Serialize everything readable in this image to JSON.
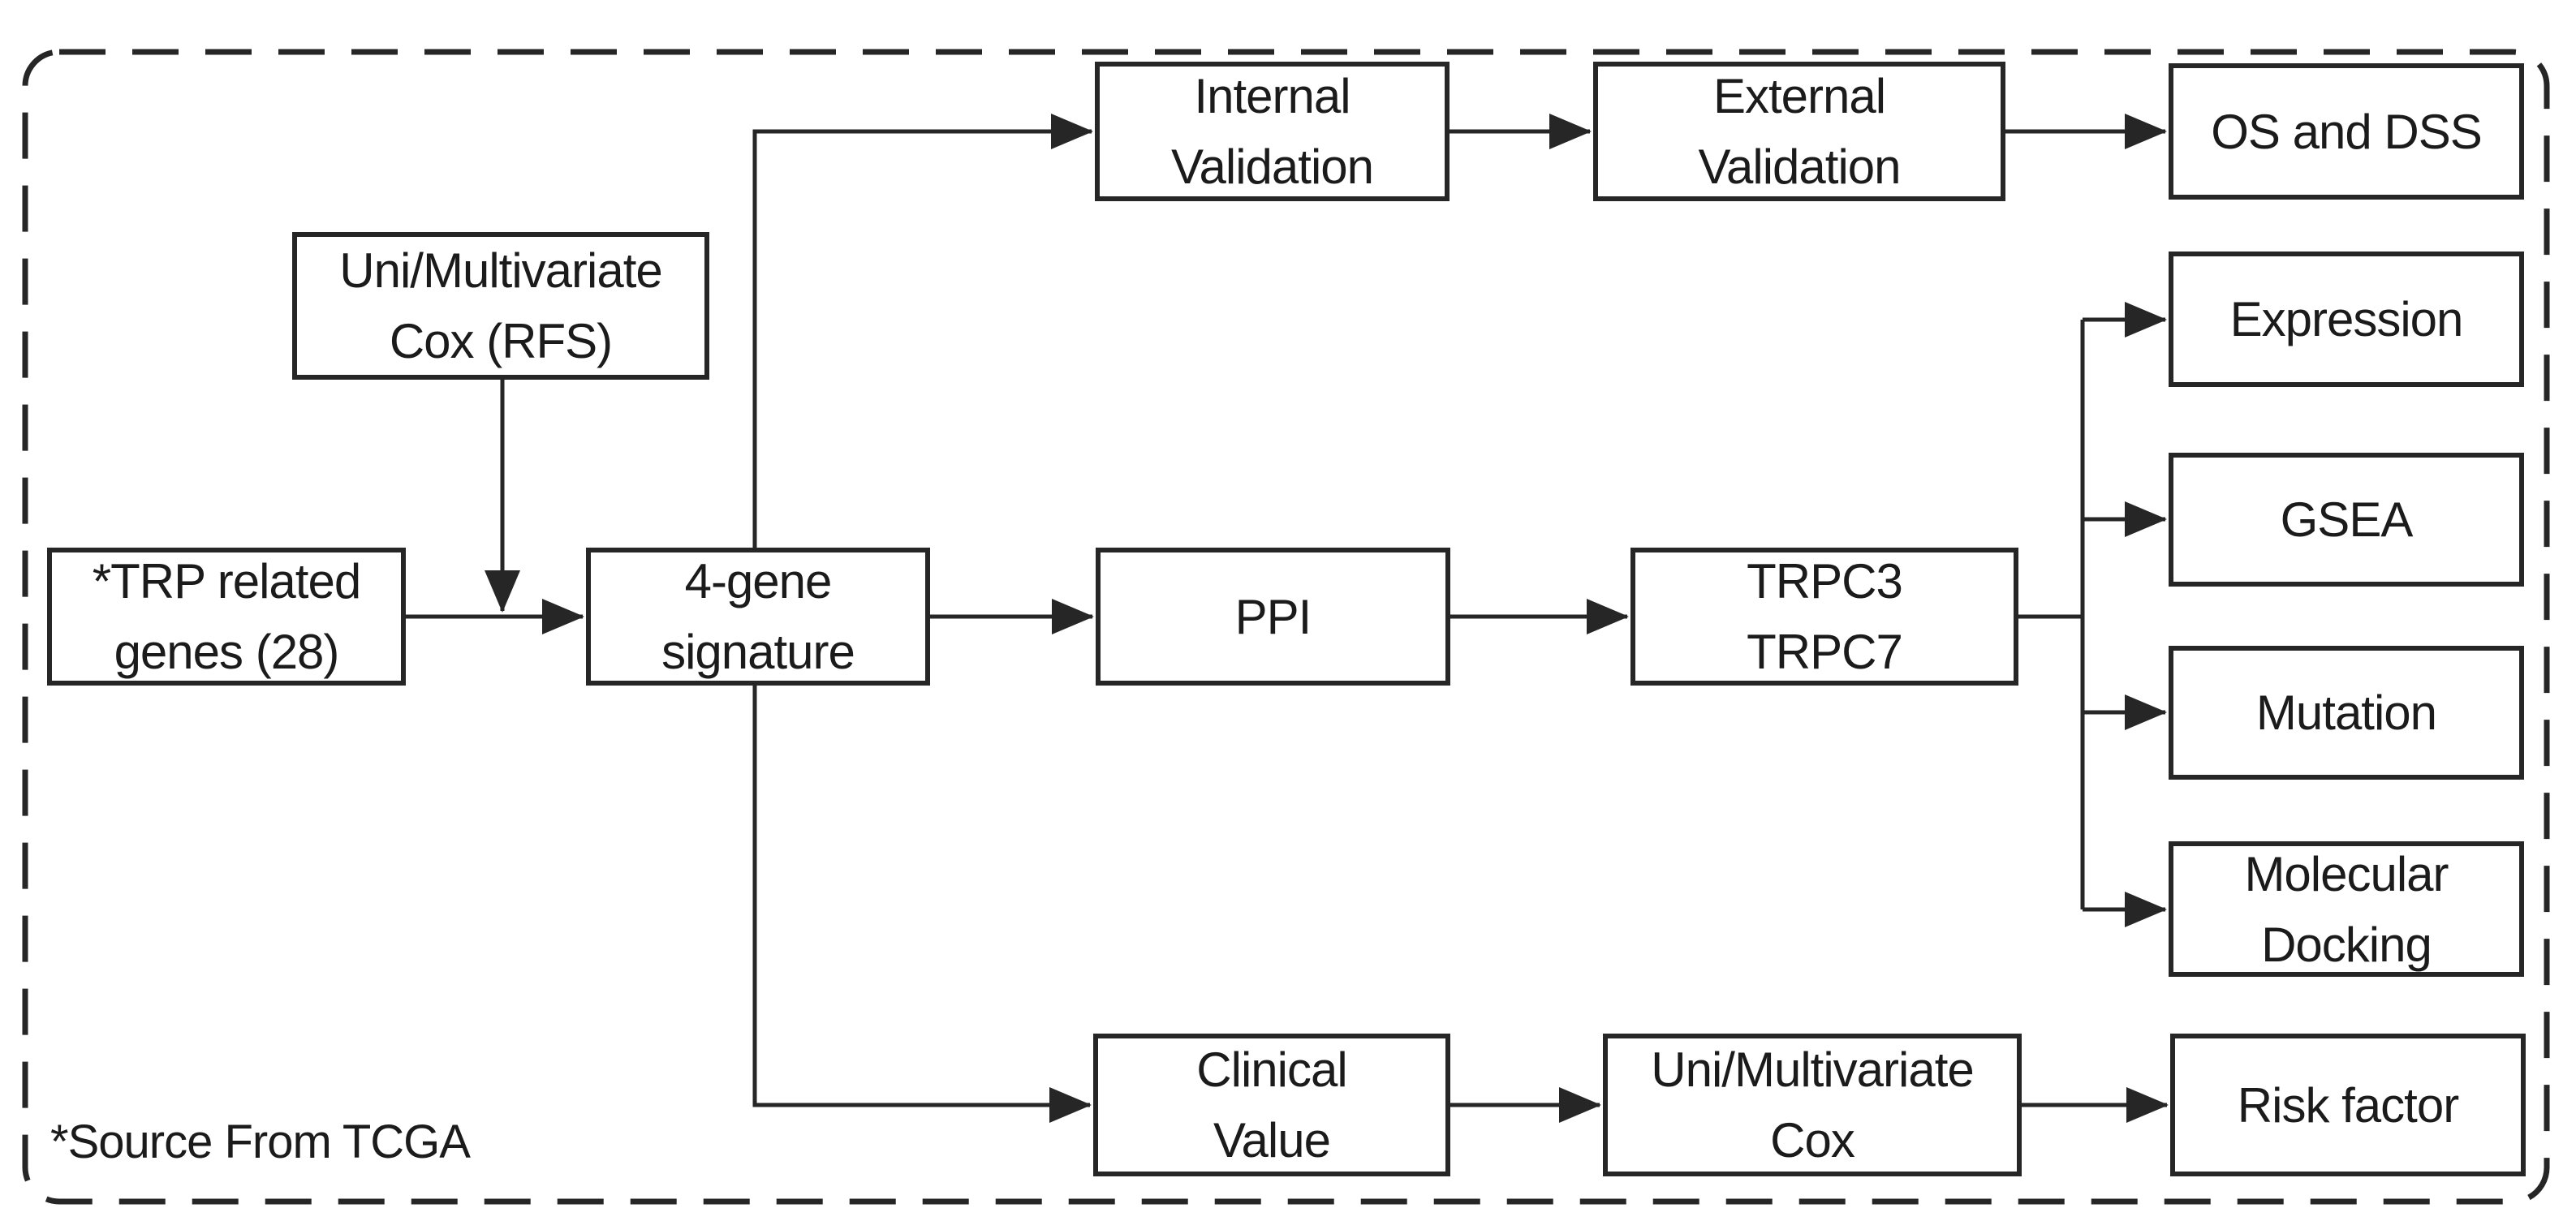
{
  "figure": {
    "type": "flowchart",
    "background_color": "#ffffff",
    "line_color": "#262626",
    "text_color": "#1b1b1b",
    "border_style": "dashed-rounded-rectangle",
    "footnote": "*Source From TCGA"
  },
  "nodes": [
    {
      "id": "uni-multivariate-cox-rfs",
      "label": "Uni/Multivariate\nCox (RFS)"
    },
    {
      "id": "trp-related-genes",
      "label": "*TRP related\ngenes (28)"
    },
    {
      "id": "four-gene-signature",
      "label": "4-gene\nsignature"
    },
    {
      "id": "internal-validation",
      "label": "Internal\nValidation"
    },
    {
      "id": "external-validation",
      "label": "External\nValidation"
    },
    {
      "id": "os-and-dss",
      "label": "OS and DSS"
    },
    {
      "id": "ppi",
      "label": "PPI"
    },
    {
      "id": "trpc3-trpc7",
      "label": "TRPC3\nTRPC7"
    },
    {
      "id": "expression",
      "label": "Expression"
    },
    {
      "id": "gsea",
      "label": "GSEA"
    },
    {
      "id": "mutation",
      "label": "Mutation"
    },
    {
      "id": "molecular-docking",
      "label": "Molecular\nDocking"
    },
    {
      "id": "clinical-value",
      "label": "Clinical\nValue"
    },
    {
      "id": "uni-multivariate-cox",
      "label": "Uni/Multivariate\nCox"
    },
    {
      "id": "risk-factor",
      "label": "Risk factor"
    }
  ],
  "edges": [
    {
      "from": "trp-related-genes",
      "to": "four-gene-signature",
      "arrow": true
    },
    {
      "from": "uni-multivariate-cox-rfs",
      "to": "trp-to-signature-link",
      "arrow": true
    },
    {
      "from": "four-gene-signature",
      "to": "internal-validation",
      "arrow": true
    },
    {
      "from": "internal-validation",
      "to": "external-validation",
      "arrow": true
    },
    {
      "from": "external-validation",
      "to": "os-and-dss",
      "arrow": true
    },
    {
      "from": "four-gene-signature",
      "to": "ppi",
      "arrow": true
    },
    {
      "from": "ppi",
      "to": "trpc3-trpc7",
      "arrow": true
    },
    {
      "from": "trpc3-trpc7",
      "to": "expression",
      "arrow": true
    },
    {
      "from": "trpc3-trpc7",
      "to": "gsea",
      "arrow": true
    },
    {
      "from": "trpc3-trpc7",
      "to": "mutation",
      "arrow": true
    },
    {
      "from": "trpc3-trpc7",
      "to": "molecular-docking",
      "arrow": true
    },
    {
      "from": "four-gene-signature",
      "to": "clinical-value",
      "arrow": true
    },
    {
      "from": "clinical-value",
      "to": "uni-multivariate-cox",
      "arrow": true
    },
    {
      "from": "uni-multivariate-cox",
      "to": "risk-factor",
      "arrow": true
    }
  ]
}
